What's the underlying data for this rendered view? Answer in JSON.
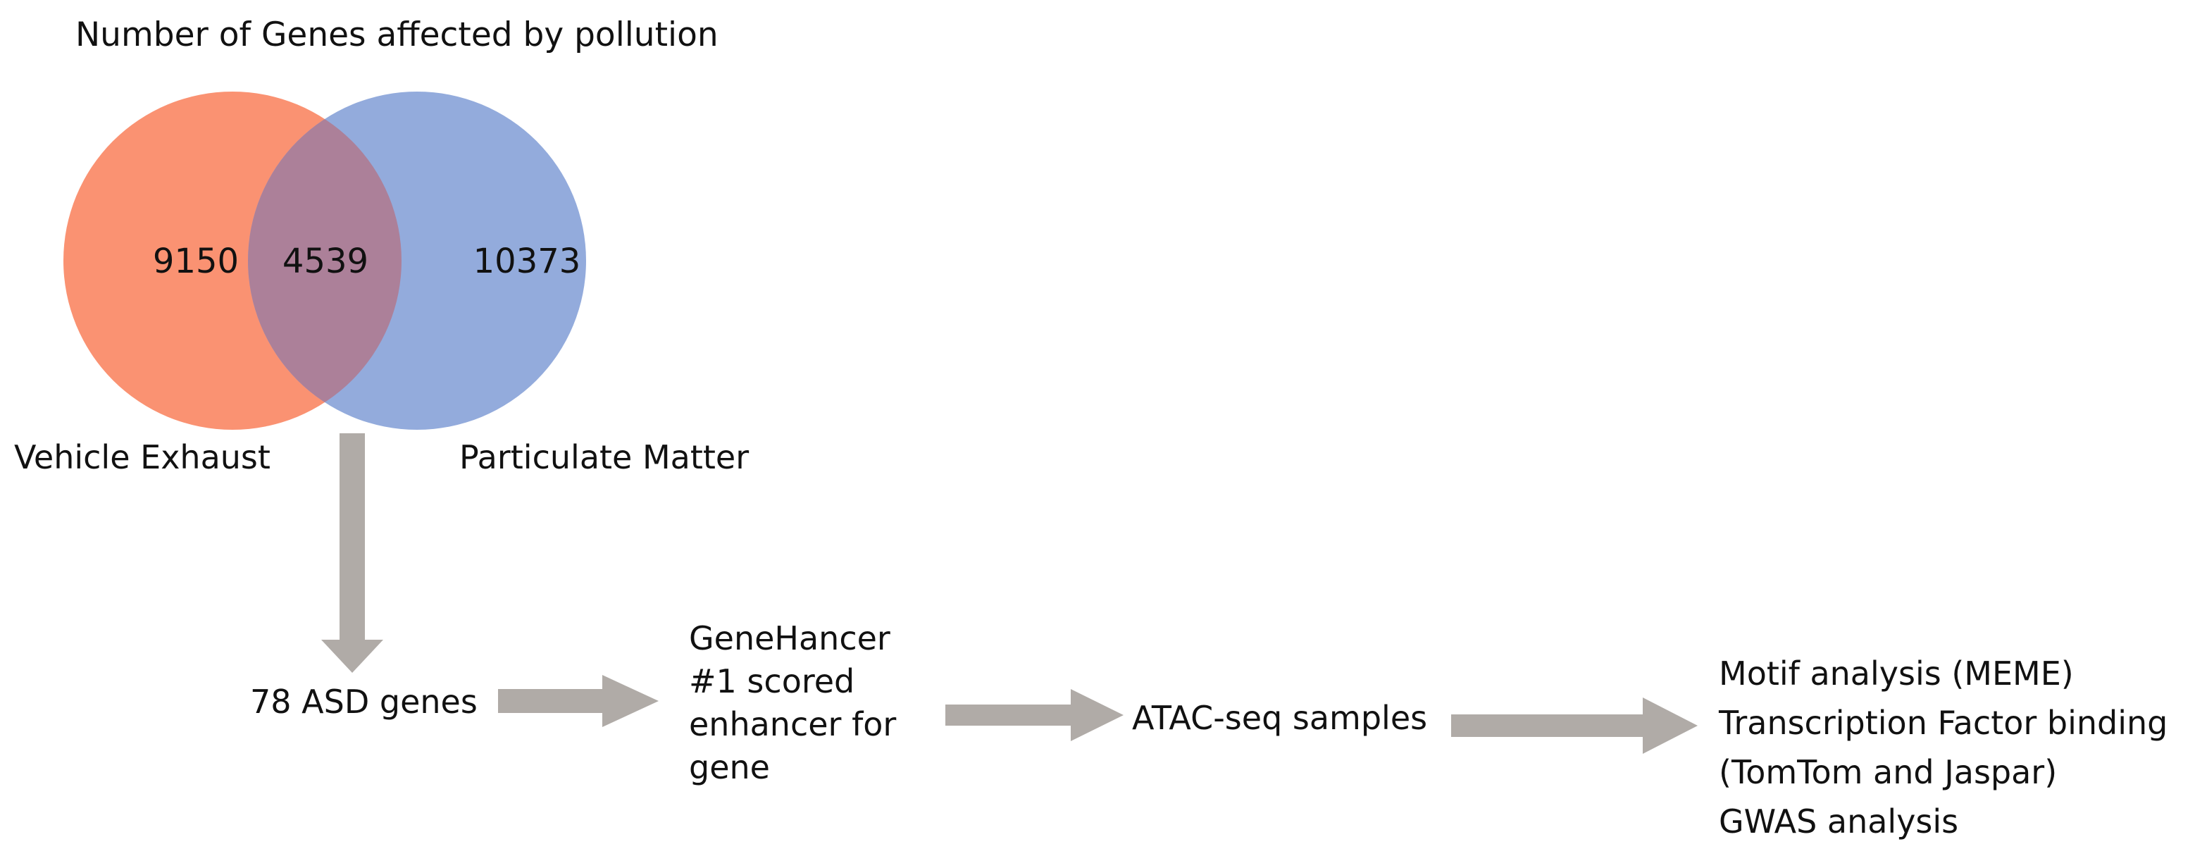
{
  "venn": {
    "title": "Number of Genes affected by pollution",
    "left_only": "9150",
    "overlap": "4539",
    "right_only": "10373",
    "left_label": "Vehicle Exhaust",
    "right_label": "Particulate Matter",
    "left_color": "#FA9272",
    "right_color": "#93ABDC",
    "overlap_color": "#AC8099"
  },
  "flow": {
    "step1": "78 ASD genes",
    "step2": [
      "GeneHancer",
      "#1 scored",
      "enhancer for",
      "gene"
    ],
    "step3": "ATAC-seq samples",
    "step4": [
      "Motif analysis (MEME)",
      "Transcription Factor binding",
      "(TomTom and Jaspar)",
      "GWAS analysis"
    ],
    "arrow_color": "#B0ABA7"
  }
}
